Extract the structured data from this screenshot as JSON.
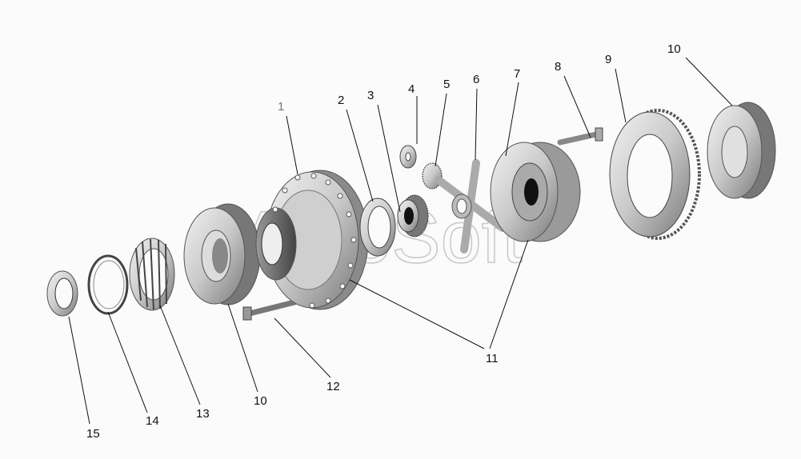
{
  "diagram": {
    "watermark": "AutoSoft",
    "callouts": {
      "c1": "1",
      "c2": "2",
      "c3": "3",
      "c4": "4",
      "c5": "5",
      "c6": "6",
      "c7": "7",
      "c8": "8",
      "c9": "9",
      "c10_top": "10",
      "c11": "11",
      "c12": "12",
      "c10_bottom": "10",
      "c13": "13",
      "c14": "14",
      "c15": "15"
    }
  }
}
